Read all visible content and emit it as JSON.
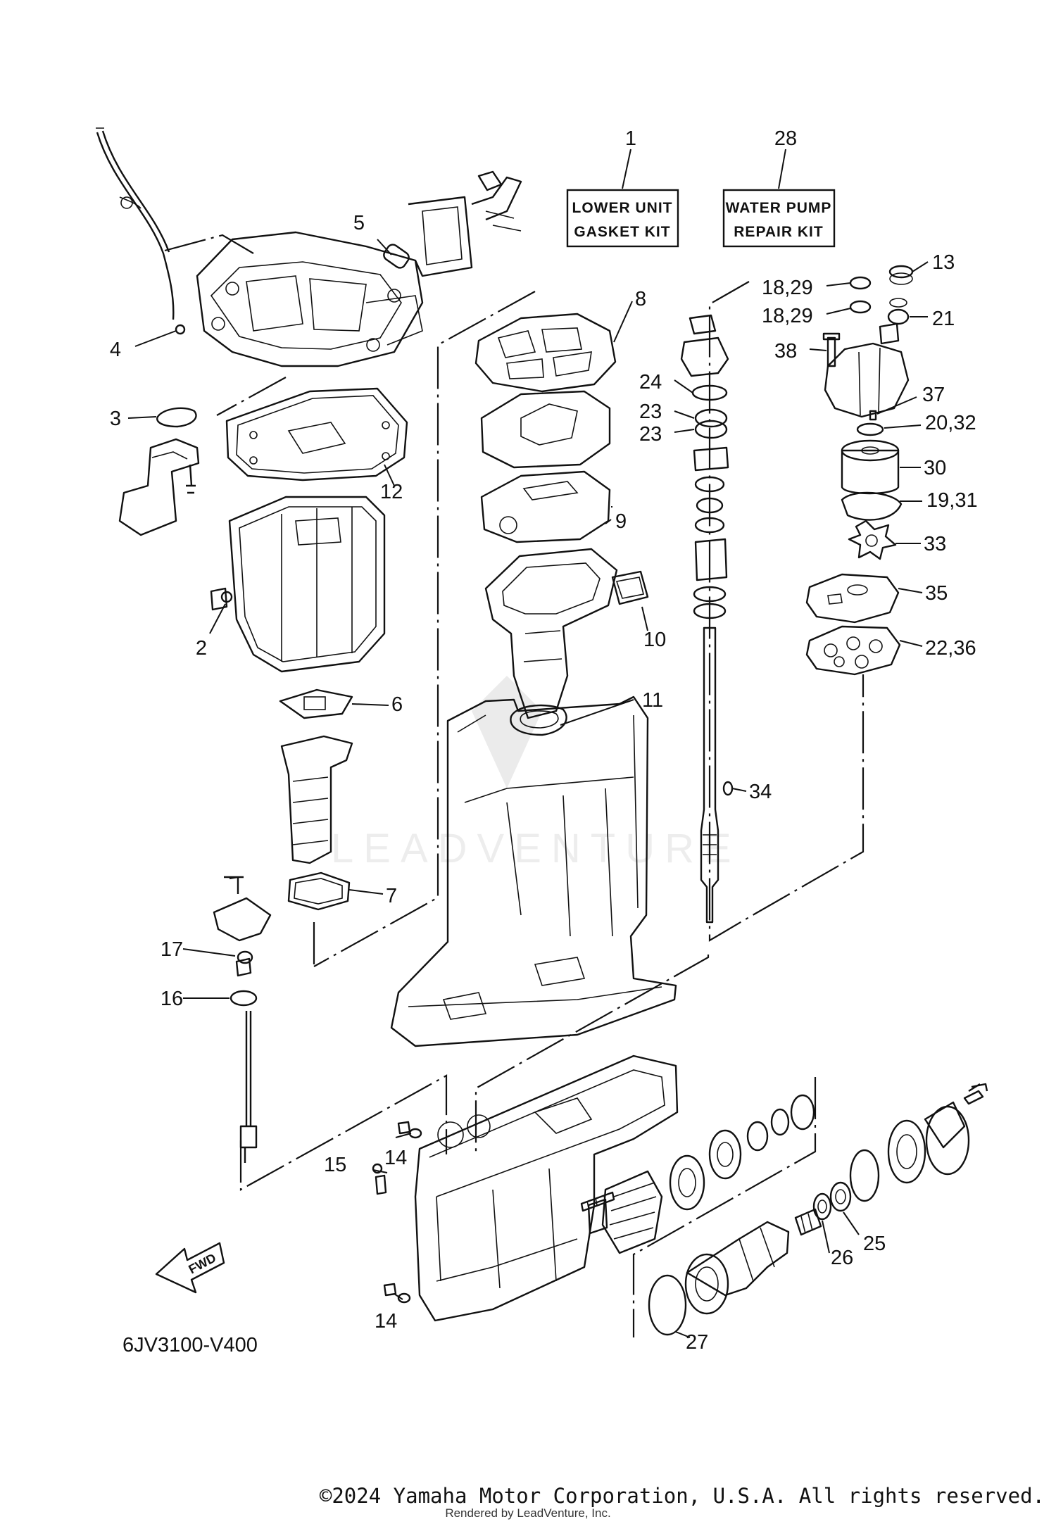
{
  "diagram_code": "6JV3100-V400",
  "fwd_label": "FWD",
  "watermark": "LEADVENTURE",
  "kits": [
    {
      "id": "1",
      "line1": "LOWER UNIT",
      "line2": "GASKET KIT"
    },
    {
      "id": "28",
      "line1": "WATER PUMP",
      "line2": "REPAIR KIT"
    }
  ],
  "callouts": [
    {
      "id": "c1",
      "text": "1"
    },
    {
      "id": "c28",
      "text": "28"
    },
    {
      "id": "c2",
      "text": "2"
    },
    {
      "id": "c3",
      "text": "3"
    },
    {
      "id": "c4",
      "text": "4"
    },
    {
      "id": "c5",
      "text": "5"
    },
    {
      "id": "c6",
      "text": "6"
    },
    {
      "id": "c7",
      "text": "7"
    },
    {
      "id": "c8",
      "text": "8"
    },
    {
      "id": "c9",
      "text": "9"
    },
    {
      "id": "c10",
      "text": "10"
    },
    {
      "id": "c11",
      "text": "11"
    },
    {
      "id": "c12",
      "text": "12"
    },
    {
      "id": "c13",
      "text": "13"
    },
    {
      "id": "c14a",
      "text": "14"
    },
    {
      "id": "c14b",
      "text": "14"
    },
    {
      "id": "c15",
      "text": "15"
    },
    {
      "id": "c16",
      "text": "16"
    },
    {
      "id": "c17",
      "text": "17"
    },
    {
      "id": "c1829a",
      "text": "18,29"
    },
    {
      "id": "c1829b",
      "text": "18,29"
    },
    {
      "id": "c1931",
      "text": "19,31"
    },
    {
      "id": "c2032",
      "text": "20,32"
    },
    {
      "id": "c21",
      "text": "21"
    },
    {
      "id": "c2236",
      "text": "22,36"
    },
    {
      "id": "c23a",
      "text": "23"
    },
    {
      "id": "c23b",
      "text": "23"
    },
    {
      "id": "c24",
      "text": "24"
    },
    {
      "id": "c25",
      "text": "25"
    },
    {
      "id": "c26",
      "text": "26"
    },
    {
      "id": "c27",
      "text": "27"
    },
    {
      "id": "c30",
      "text": "30"
    },
    {
      "id": "c33",
      "text": "33"
    },
    {
      "id": "c34",
      "text": "34"
    },
    {
      "id": "c35",
      "text": "35"
    },
    {
      "id": "c37",
      "text": "37"
    },
    {
      "id": "c38",
      "text": "38"
    }
  ],
  "copyright": "©2024 Yamaha Motor Corporation, U.S.A. All rights reserved.",
  "rendered_by": "Rendered by LeadVenture, Inc."
}
